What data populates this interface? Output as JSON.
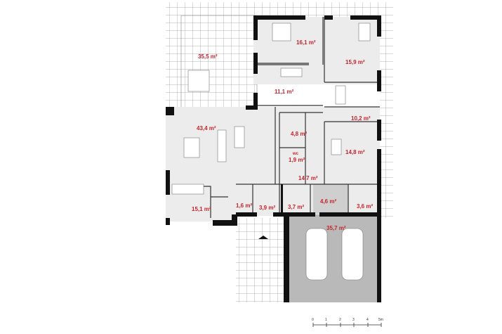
{
  "colors": {
    "label": "#c8242b",
    "wall": "#111111",
    "floor": "#ececec",
    "garage": "#b9b9b9",
    "grid": "#9a9a9a"
  },
  "rooms": [
    {
      "id": "terrace",
      "area": "35,5 m²"
    },
    {
      "id": "bedroom-1",
      "area": "16,1 m²"
    },
    {
      "id": "bedroom-2",
      "area": "15,9 m²"
    },
    {
      "id": "bedroom-3",
      "area": "11,1 m²"
    },
    {
      "id": "bathroom",
      "area": "10,2 m²"
    },
    {
      "id": "living-room",
      "area": "43,4 m²"
    },
    {
      "id": "wardrobe",
      "area": "4,8 m²"
    },
    {
      "id": "wc",
      "name": "wc",
      "area": "1,9 m²"
    },
    {
      "id": "bedroom-4",
      "area": "14,8 m²"
    },
    {
      "id": "hall",
      "area": "14,7 m²"
    },
    {
      "id": "kitchen",
      "area": "15,1 m²"
    },
    {
      "id": "pantry",
      "area": "1,6 m²"
    },
    {
      "id": "vestibule",
      "area": "3,9 m²"
    },
    {
      "id": "closet",
      "area": "3,7 m²"
    },
    {
      "id": "boiler-room",
      "area": "4,6 m²"
    },
    {
      "id": "storage",
      "area": "3,6 m²"
    },
    {
      "id": "garage",
      "area": "35,7 m²"
    }
  ],
  "scale_bar": {
    "ticks": [
      "0",
      "1",
      "2",
      "3",
      "4",
      "5m"
    ]
  }
}
